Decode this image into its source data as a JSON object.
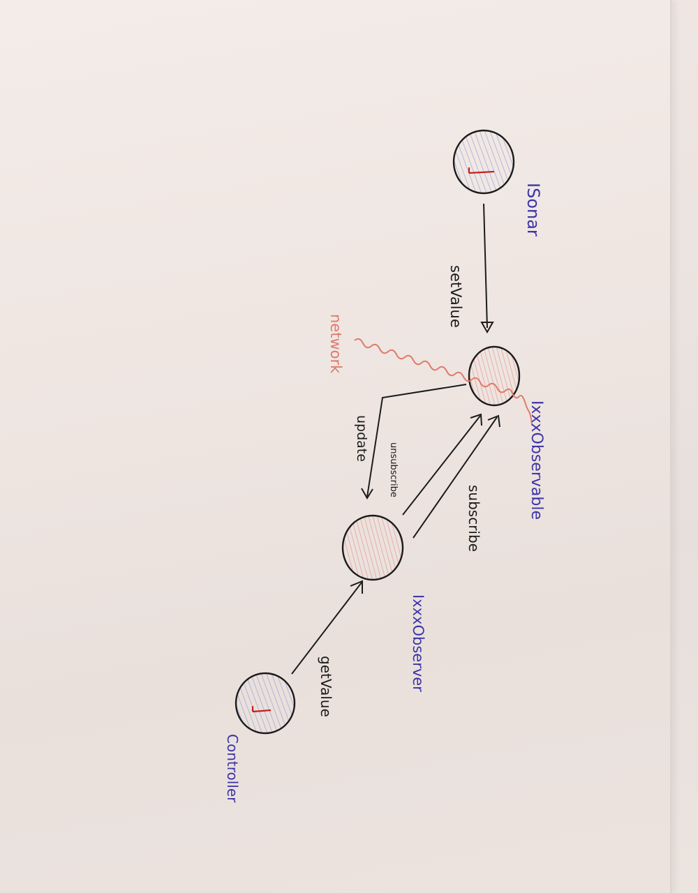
{
  "diagram": {
    "nodes": {
      "sonar": {
        "label": "ISonar"
      },
      "observable": {
        "label": "IxxxObservable"
      },
      "observer": {
        "label": "IxxxObserver"
      },
      "controller": {
        "label": "Controller"
      }
    },
    "edges": {
      "set_value": "setValue",
      "update": "update",
      "unsubscribe": "unsubscribe",
      "subscribe": "subscribe",
      "get_value": "getValue"
    },
    "boundary_label": "network",
    "colors": {
      "node_label": "#3d33a8",
      "boundary": "#e07a6a",
      "ink": "#1b1b1b",
      "hatch_blue": "#9aa4d6",
      "hatch_red": "#e49a90"
    }
  }
}
